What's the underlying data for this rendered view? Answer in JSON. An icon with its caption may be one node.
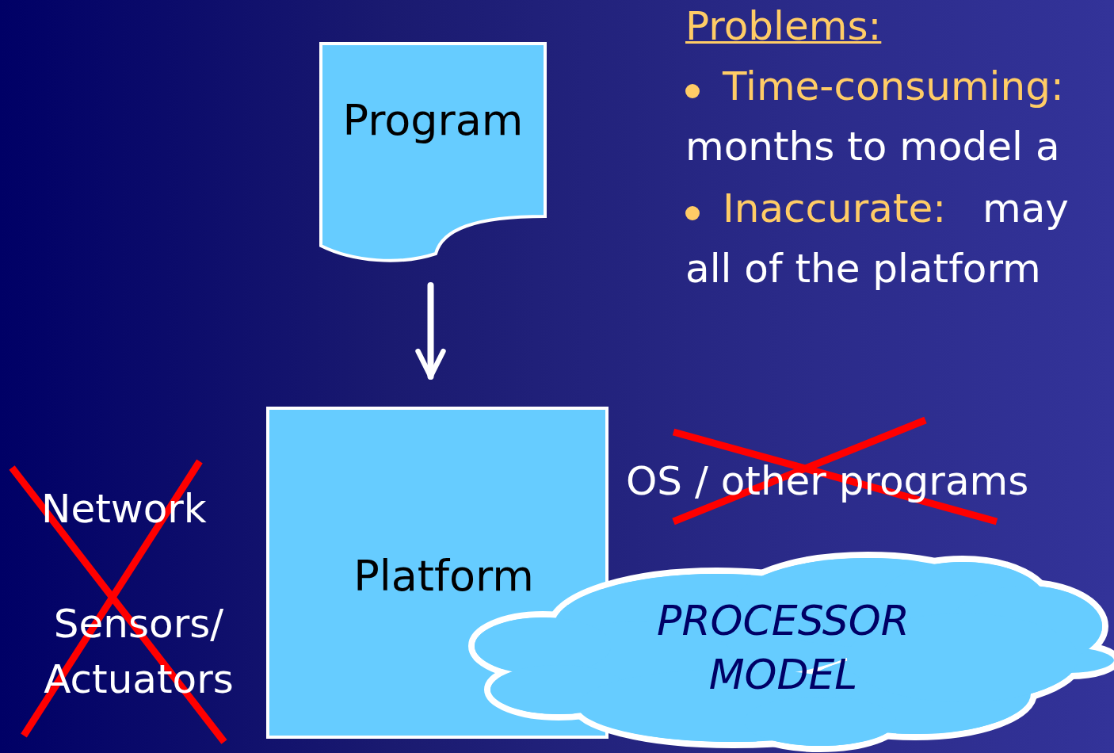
{
  "diagram": {
    "nodes": [
      {
        "text": [
          "Program"
        ]
      },
      {
        "text": [
          "Platform"
        ]
      },
      {
        "text": [
          "PROCESSOR MODEL"
        ]
      }
    ],
    "edges": [
      {
        "from": 0,
        "to": 1,
        "arrow": "to"
      }
    ],
    "labels": [
      "Problems:",
      "Time-consuming:",
      "months to model a",
      "Inaccurate:",
      "may",
      "all of the platform",
      "OS / other programs",
      "Network",
      "Sensors/ Actuators"
    ]
  }
}
